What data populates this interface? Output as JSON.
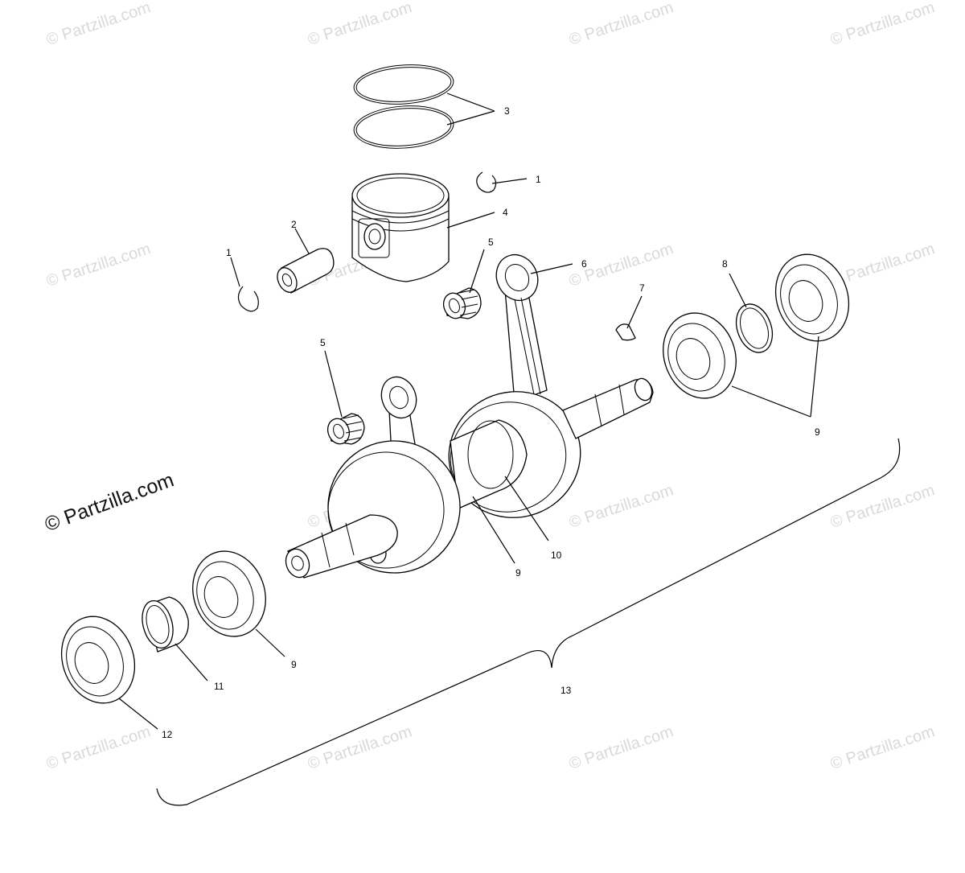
{
  "watermark": "© Partzilla.com",
  "callouts": {
    "c1a": "1",
    "c1b": "1",
    "c2": "2",
    "c3": "3",
    "c4": "4",
    "c5a": "5",
    "c5b": "5",
    "c6": "6",
    "c7": "7",
    "c8": "8",
    "c9a": "9",
    "c9b": "9",
    "c9c": "9",
    "c10": "10",
    "c11": "11",
    "c12": "12",
    "c13": "13"
  }
}
